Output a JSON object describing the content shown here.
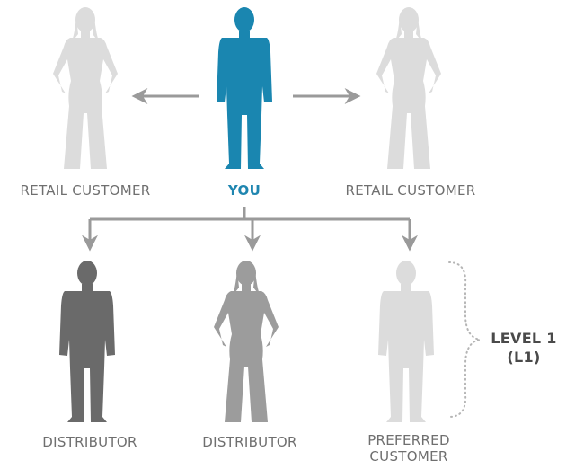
{
  "nodes": {
    "you": {
      "label": "YOU",
      "color": "#1a86b0"
    },
    "retail_left": {
      "label": "RETAIL CUSTOMER",
      "color": "#dcdcdc"
    },
    "retail_right": {
      "label": "RETAIL CUSTOMER",
      "color": "#dcdcdc"
    },
    "distributor_1": {
      "label": "DISTRIBUTOR",
      "color": "#6a6a6a"
    },
    "distributor_2": {
      "label": "DISTRIBUTOR",
      "color": "#9c9c9c"
    },
    "preferred": {
      "label_line1": "PREFERRED",
      "label_line2": "CUSTOMER",
      "color": "#dcdcdc"
    }
  },
  "level": {
    "line1": "LEVEL 1",
    "line2": "(L1)"
  },
  "colors": {
    "arrow": "#9a9a9a",
    "brace": "#b5b5b5",
    "you_text": "#1f86b0",
    "label_text": "#6f6f6f"
  }
}
